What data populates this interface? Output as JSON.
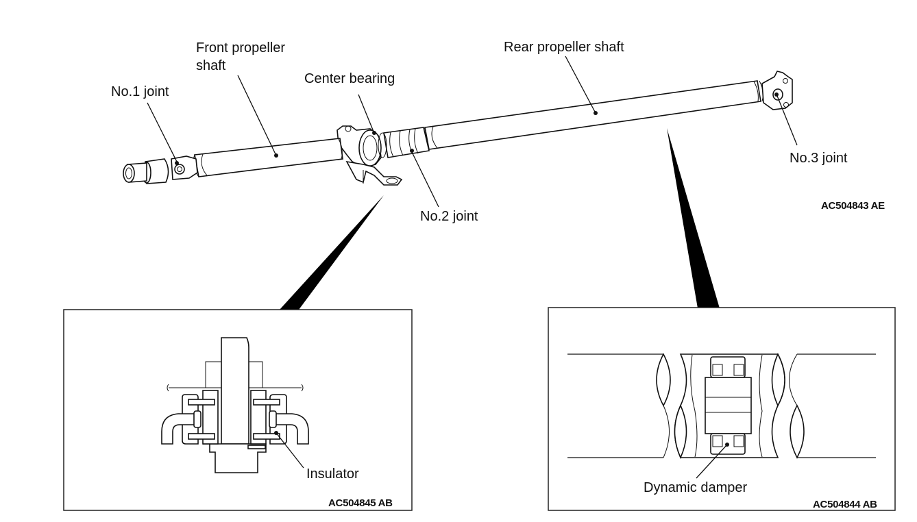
{
  "figure": {
    "main": {
      "labels": {
        "front_shaft_line1": "Front propeller",
        "front_shaft_line2": "shaft",
        "rear_shaft": "Rear propeller shaft",
        "center_bearing": "Center bearing",
        "joint1": "No.1 joint",
        "joint2": "No.2 joint",
        "joint3": "No.3 joint"
      },
      "code": "AC504843 AE"
    },
    "detail_left": {
      "label": "Insulator",
      "code": "AC504845 AB"
    },
    "detail_right": {
      "label": "Dynamic damper",
      "code": "AC504844 AB"
    }
  }
}
